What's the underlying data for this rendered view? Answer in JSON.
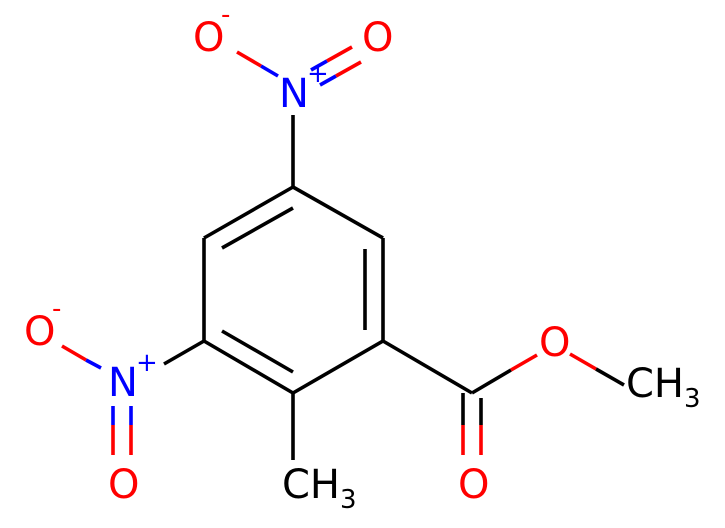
{
  "molecule": {
    "atoms": {
      "n_top": "N",
      "n_top_charge": "+",
      "o_top_left": "O",
      "o_top_left_charge": "-",
      "o_top_right": "O",
      "n_left": "N",
      "n_left_charge": "+",
      "o_left_top": "O",
      "o_left_top_charge": "-",
      "o_left_bottom": "O",
      "o_ester": "O",
      "o_carbonyl": "O",
      "ch3_methyl_c": "CH",
      "ch3_methyl_sub": "3",
      "ch3_ring_c": "CH",
      "ch3_ring_sub": "3"
    },
    "colors": {
      "carbon_bond": "#000000",
      "oxygen": "#ff0000",
      "nitrogen": "#0000ff"
    }
  }
}
